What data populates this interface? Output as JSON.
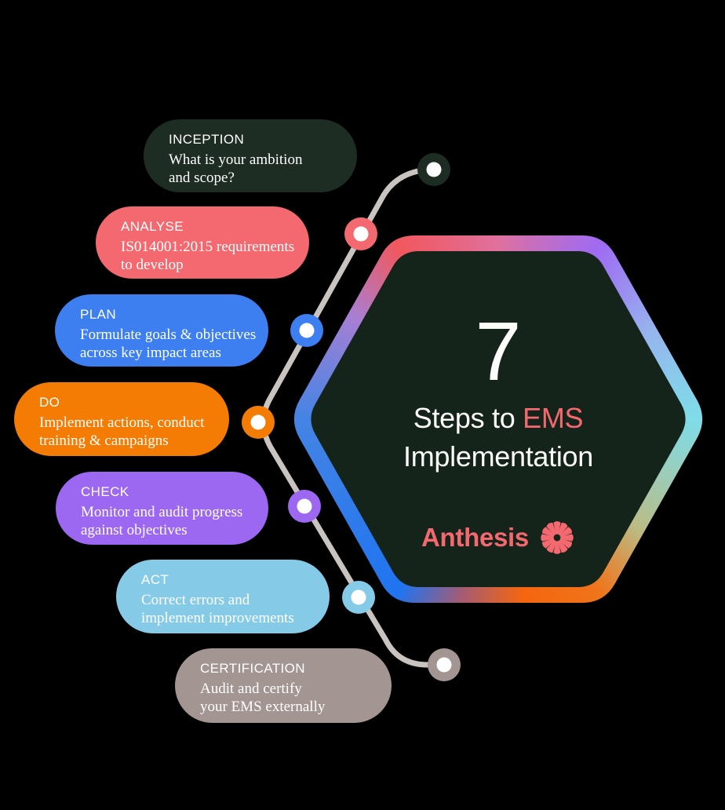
{
  "title": "7 Steps to EMS Implementation",
  "background_color": "#000000",
  "hexagon": {
    "number": "7",
    "title_prefix": "Steps to ",
    "title_highlight": "EMS",
    "title_line2": "Implementation",
    "fill": "#15241B",
    "highlight_color": "#F4696F",
    "border_gradient": [
      {
        "angle": 0,
        "color": "#E0709E"
      },
      {
        "angle": 30,
        "color": "#9F6BF2"
      },
      {
        "angle": 60,
        "color": "#96B4EE"
      },
      {
        "angle": 90,
        "color": "#7FDCE8"
      },
      {
        "angle": 128,
        "color": "#BBBC85"
      },
      {
        "angle": 150,
        "color": "#F0741A"
      },
      {
        "angle": 172,
        "color": "#F4660F"
      },
      {
        "angle": 192,
        "color": "#A45C74"
      },
      {
        "angle": 210,
        "color": "#1F74F0"
      },
      {
        "angle": 270,
        "color": "#4484E4"
      },
      {
        "angle": 305,
        "color": "#A77FD4"
      },
      {
        "angle": 330,
        "color": "#F1585E"
      },
      {
        "angle": 360,
        "color": "#E0709E"
      }
    ]
  },
  "brand": {
    "name": "Anthesis",
    "icon": "starburst-icon",
    "color": "#F4696F"
  },
  "steps": [
    {
      "label": "INCEPTION",
      "description": "What is your ambition\nand scope?",
      "color": "#1E2D24"
    },
    {
      "label": "ANALYSE",
      "description": "IS014001:2015 requirements\nto develop",
      "color": "#F4696F"
    },
    {
      "label": "PLAN",
      "description": "Formulate goals & objectives\nacross key impact areas",
      "color": "#3D7FF0"
    },
    {
      "label": "DO",
      "description": "Implement actions, conduct\ntraining & campaigns",
      "color": "#F57C04"
    },
    {
      "label": "CHECK",
      "description": "Monitor and audit progress\nagainst objectives",
      "color": "#9C68F2"
    },
    {
      "label": "ACT",
      "description": "Correct errors and\nimplement improvements",
      "color": "#85CBE8"
    },
    {
      "label": "CERTIFICATION",
      "description": "Audit and certify\nyour EMS externally",
      "color": "#A29592"
    }
  ],
  "connector": {
    "line_color": "#C9C4C0",
    "node_dot_color": "#FFFFFF"
  }
}
